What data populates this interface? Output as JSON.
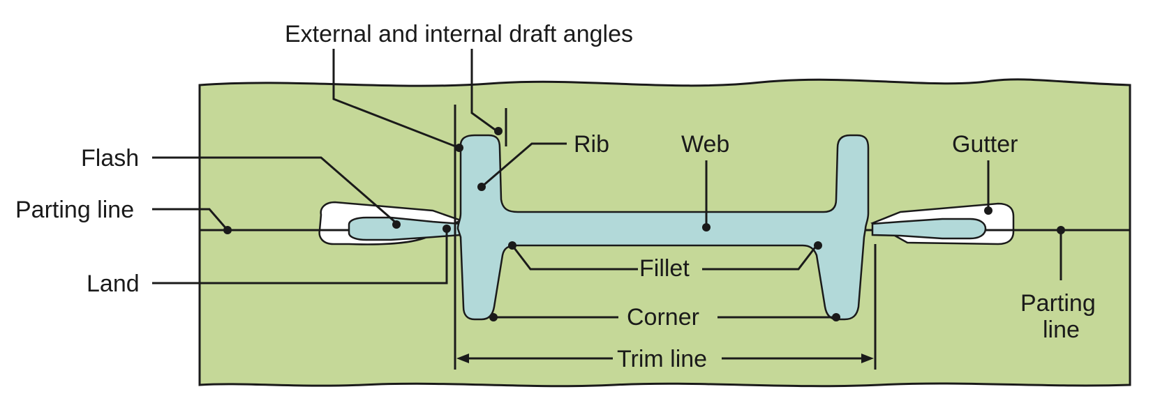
{
  "labels": {
    "draft_angles": "External and internal draft angles",
    "flash": "Flash",
    "parting_line_left": "Parting line",
    "land": "Land",
    "rib": "Rib",
    "web": "Web",
    "gutter": "Gutter",
    "fillet": "Fillet",
    "corner": "Corner",
    "trim_line": "Trim line",
    "parting_line_right_1": "Parting",
    "parting_line_right_2": "line"
  },
  "colors": {
    "die": "#c5d898",
    "forging": "#b2d9d9",
    "gutter_cavity": "#ffffff",
    "outline": "#1a1a1a"
  }
}
